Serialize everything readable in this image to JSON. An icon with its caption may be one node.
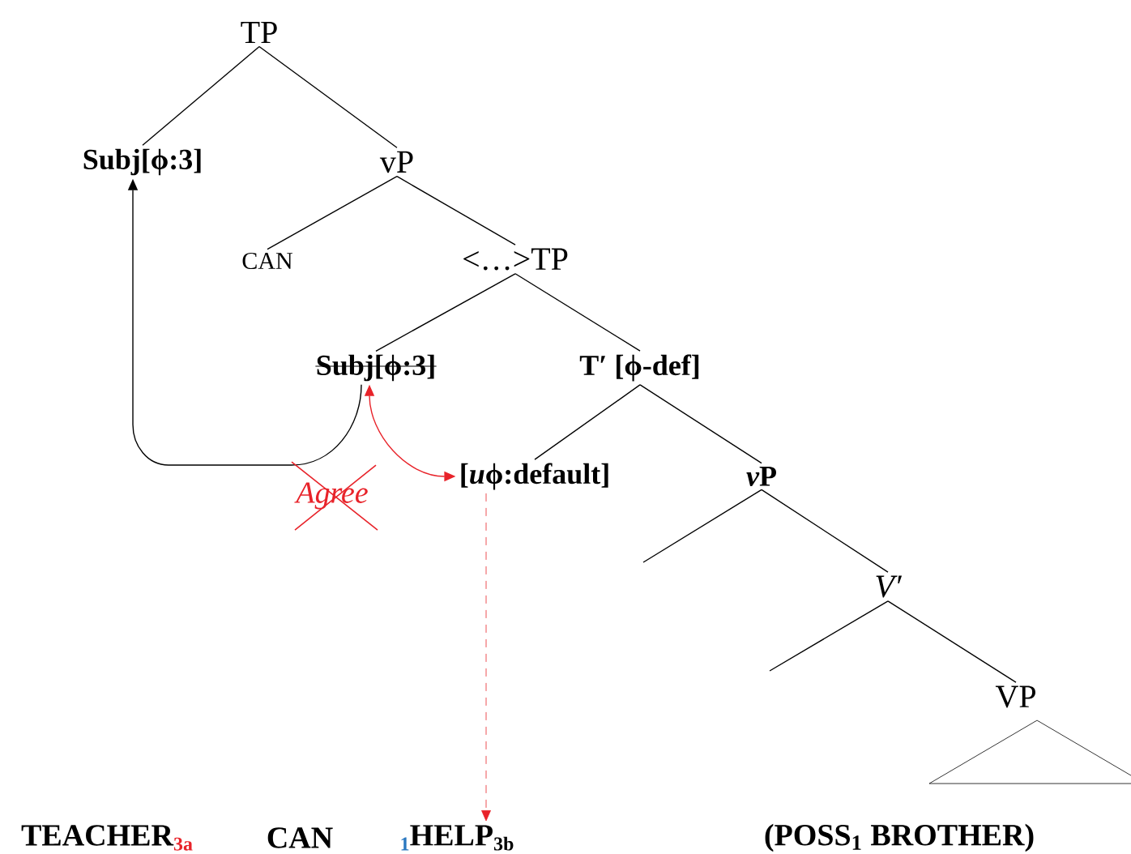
{
  "diagram": {
    "nodes": [
      {
        "text": [
          "TP"
        ]
      },
      {
        "text": [
          "Subj[ϕ:3]"
        ]
      },
      {
        "text": [
          "vP"
        ]
      },
      {
        "text": [
          "CAN"
        ]
      },
      {
        "text": [
          "<…>TP"
        ]
      },
      {
        "text": [
          "Subj[ϕ:3]"
        ]
      },
      {
        "text": [
          "T′ [ϕ-def]"
        ]
      },
      {
        "text": [
          "[",
          "u",
          "ϕ:default]"
        ]
      },
      {
        "text": [
          "ν",
          "P"
        ]
      },
      {
        "text": [
          "V′"
        ]
      },
      {
        "text": [
          "VP"
        ]
      },
      {
        "text": [],
        "shape": "triangle"
      },
      {
        "text": [
          "TEACHER",
          "3a"
        ]
      },
      {
        "text": [
          "CAN"
        ]
      },
      {
        "text": [
          "1",
          "HELP",
          "3b"
        ]
      },
      {
        "text": [
          "(POSS$_{1}$ BROTHER)"
        ]
      }
    ],
    "edges": [
      {
        "from": 0,
        "to": 1,
        "arrow": "none"
      },
      {
        "from": 0,
        "to": 2,
        "arrow": "none"
      },
      {
        "from": 2,
        "to": 3,
        "arrow": "none"
      },
      {
        "from": 2,
        "to": 4,
        "arrow": "none"
      },
      {
        "from": 4,
        "to": 5,
        "arrow": "none"
      },
      {
        "from": 4,
        "to": 6,
        "arrow": "none"
      },
      {
        "from": 6,
        "to": 7,
        "arrow": "none"
      },
      {
        "from": 6,
        "to": 8,
        "arrow": "none"
      },
      {
        "from": 8,
        "to": null,
        "arrow": "none"
      },
      {
        "from": 8,
        "to": 9,
        "arrow": "none"
      },
      {
        "from": 9,
        "to": null,
        "arrow": "none"
      },
      {
        "from": 9,
        "to": 10,
        "arrow": "none"
      },
      {
        "from": 5,
        "to": 1,
        "arrow": "to"
      },
      {
        "from": 5,
        "to": 7,
        "arrow": "both",
        "label": "Agree",
        "color": "#e8232a"
      },
      {
        "from": 7,
        "to": 14,
        "arrow": "to",
        "style": "dashed",
        "color": "#e8232a"
      }
    ]
  }
}
